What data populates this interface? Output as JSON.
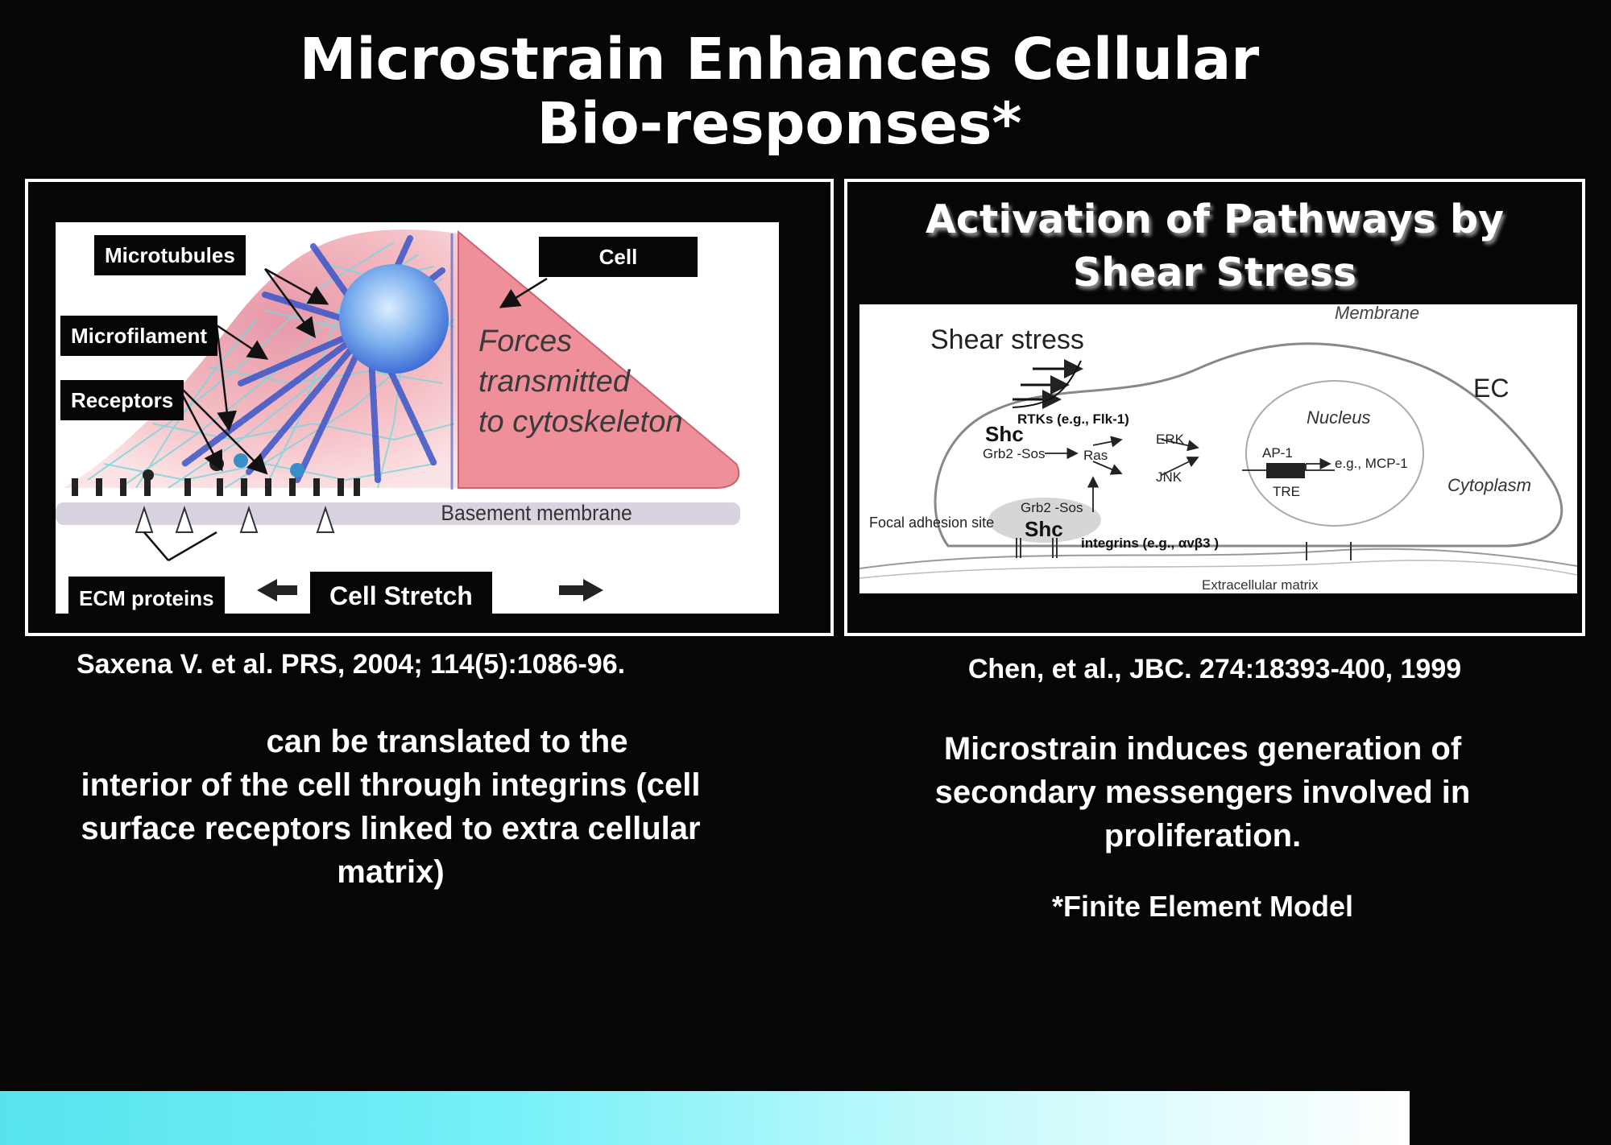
{
  "slide": {
    "title_line1": "Microstrain Enhances Cellular",
    "title_line2": "Bio-responses*"
  },
  "left_figure": {
    "labels": {
      "microtubules": "Microtubules",
      "microfilament": "Microfilament",
      "receptors": "Receptors",
      "cell": "Cell",
      "ecm_proteins": "ECM proteins",
      "cell_stretch": "Cell Stretch"
    },
    "forces_text": [
      "Forces",
      "transmitted",
      "to cytoskeleton"
    ],
    "basement_membrane": "Basement membrane",
    "colors": {
      "cell_pink": "#f3a6ae",
      "triangle": "#ef8f9a",
      "microtubule": "#3a55c8"
    },
    "citation": "Saxena V. et al. PRS, 2004; 114(5):1086-96."
  },
  "right_figure": {
    "title_line1": "Activation of Pathways by",
    "title_line2": "Shear Stress",
    "labels": {
      "shear_stress": "Shear stress",
      "membrane": "Membrane",
      "ec": "EC",
      "nucleus": "Nucleus",
      "cytoplasm": "Cytoplasm",
      "rtks": "RTKs (e.g., Flk-1)",
      "shc": "Shc",
      "grb2_sos": "Grb2 -Sos",
      "ras": "Ras",
      "erk": "ERK",
      "jnk": "JNK",
      "ap1": "AP-1",
      "mcp1": "e.g., MCP-1",
      "tre": "TRE",
      "focal_adhesion": "Focal adhesion site",
      "grb2_sos_2": "Grb2 -Sos",
      "shc_2": "Shc",
      "integrins": "integrins (e.g., αvβ3 )",
      "ecm": "Extracellular matrix"
    },
    "citation": "Chen, et al., JBC. 274:18393-400, 1999"
  },
  "left_text": {
    "line1": "can be translated to the",
    "line2": "interior of the cell through integrins (cell",
    "line3": "surface receptors linked to extra cellular",
    "line4": "matrix)"
  },
  "right_text": {
    "line1": "Microstrain induces generation of",
    "line2": "secondary messengers involved in",
    "line3": "proliferation.",
    "footnote": "*Finite Element Model"
  },
  "footer_bar_colors": [
    "#57e3ee",
    "#ffffff"
  ]
}
